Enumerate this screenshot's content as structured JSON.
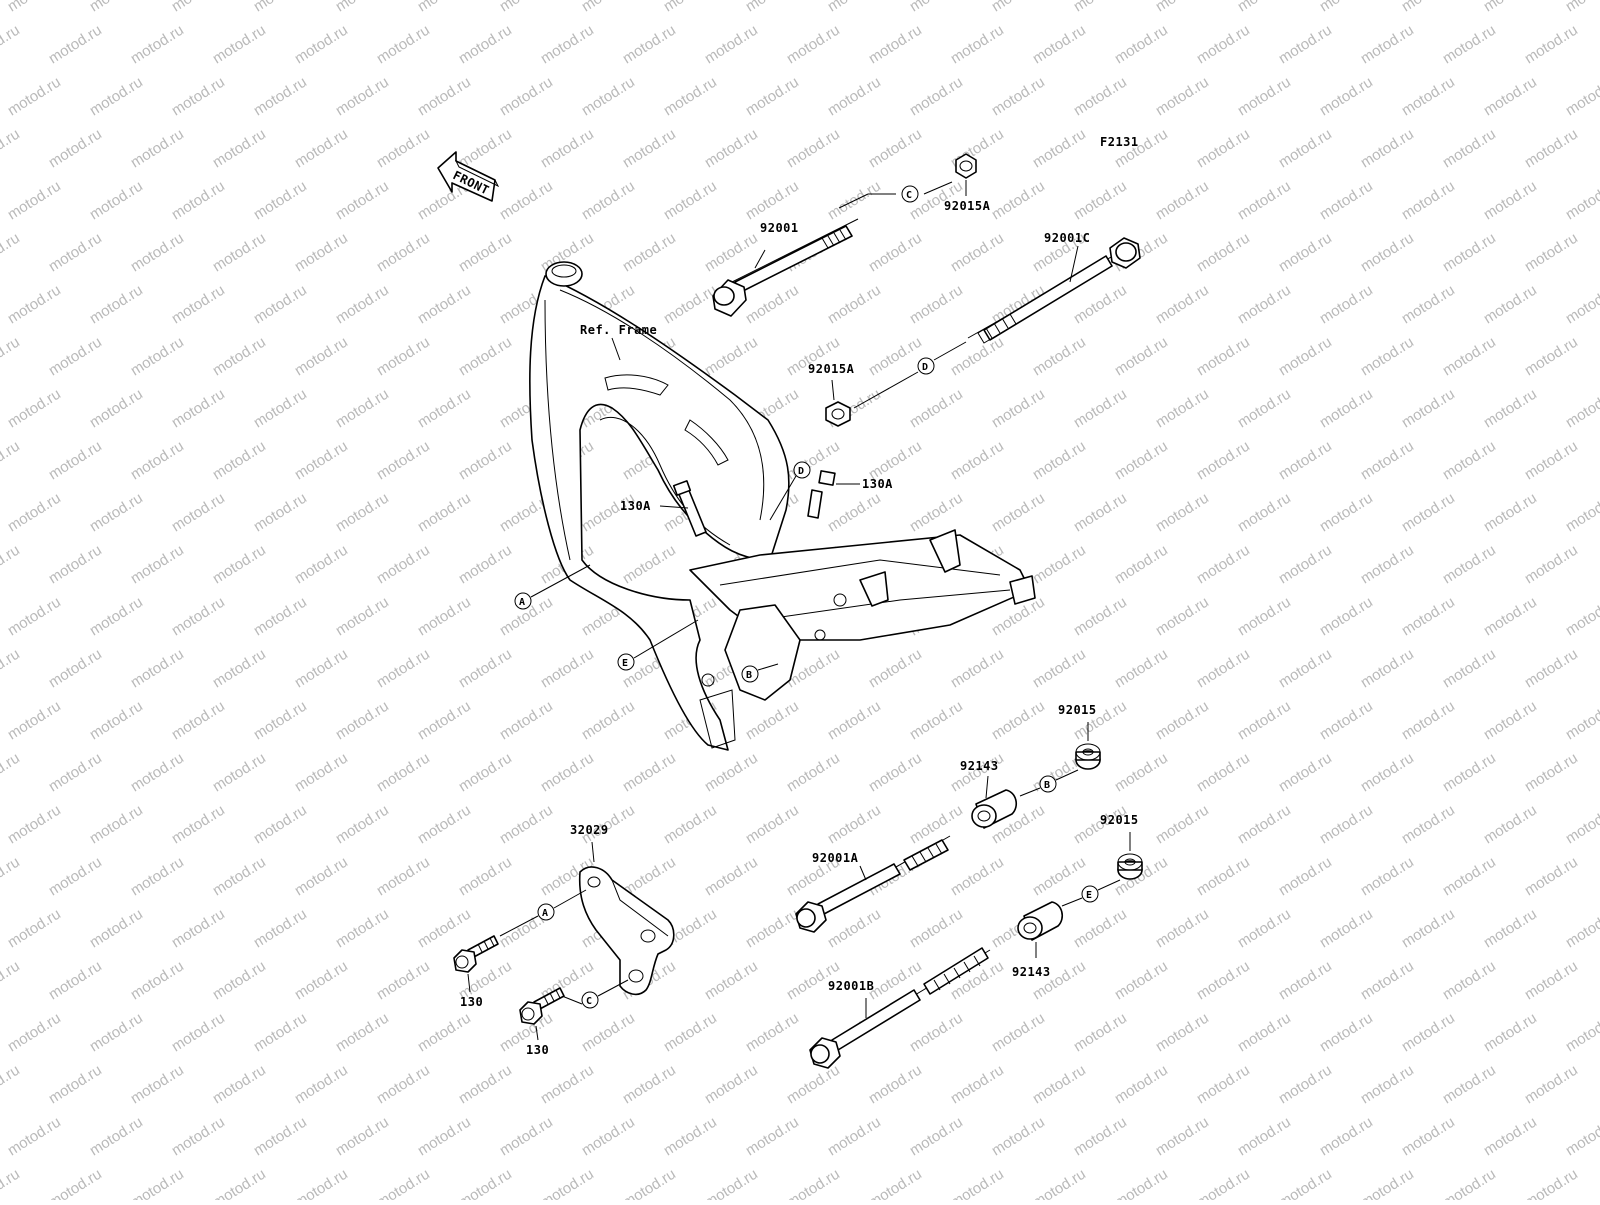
{
  "diagram": {
    "code": "F2131",
    "front_label": "FRONT",
    "ref_frame_label": "Ref. Frame",
    "watermark": "motod.ru",
    "parts": {
      "bolt_top": "92001",
      "nut_top": "92015A",
      "bolt_long": "92001C",
      "nut_mid": "92015A",
      "bolt_130a_left": "130A",
      "bolt_130a_right": "130A",
      "bracket": "32029",
      "bolt_130_upper": "130",
      "bolt_130_lower": "130",
      "collar_upper": "92143",
      "nut_upper": "92015",
      "bolt_mid_low": "92001A",
      "nut_lower": "92015",
      "collar_lower": "92143",
      "bolt_bottom": "92001B"
    },
    "letters": {
      "c_top": "C",
      "d_mid": "D",
      "d_frame": "D",
      "a_frame": "A",
      "e_frame": "E",
      "b_frame": "B",
      "b_collar": "B",
      "e_collar": "E",
      "a_bracket": "A",
      "c_bracket": "C"
    }
  }
}
